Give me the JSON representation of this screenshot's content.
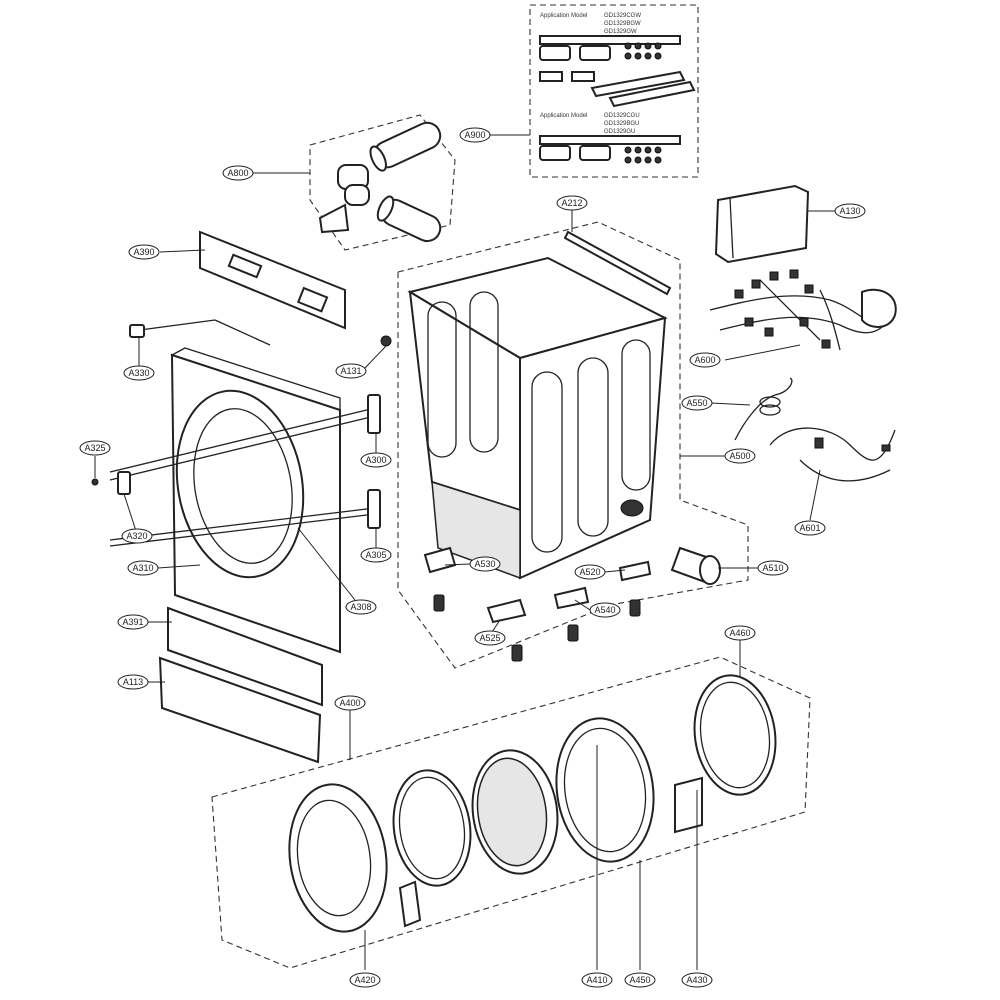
{
  "callouts": {
    "A900": "A900",
    "A800": "A800",
    "A212": "A212",
    "A130": "A130",
    "A390": "A390",
    "A330": "A330",
    "A131": "A131",
    "A600": "A600",
    "A550": "A550",
    "A325": "A325",
    "A300": "A300",
    "A500": "A500",
    "A601": "A601",
    "A320": "A320",
    "A305": "A305",
    "A310": "A310",
    "A530": "A530",
    "A520": "A520",
    "A510": "A510",
    "A308": "A308",
    "A540": "A540",
    "A391": "A391",
    "A525": "A525",
    "A460": "A460",
    "A113": "A113",
    "A400": "A400",
    "A420": "A420",
    "A410": "A410",
    "A450": "A450",
    "A430": "A430"
  },
  "inset": {
    "application_model_label_1": "Application Model",
    "models_1": [
      "GD1329CGW",
      "GD1329BGW",
      "GD1329GW"
    ],
    "application_model_label_2": "Application Model",
    "models_2": [
      "GD1329CGU",
      "GD1329BGU",
      "GD1329GU"
    ]
  }
}
